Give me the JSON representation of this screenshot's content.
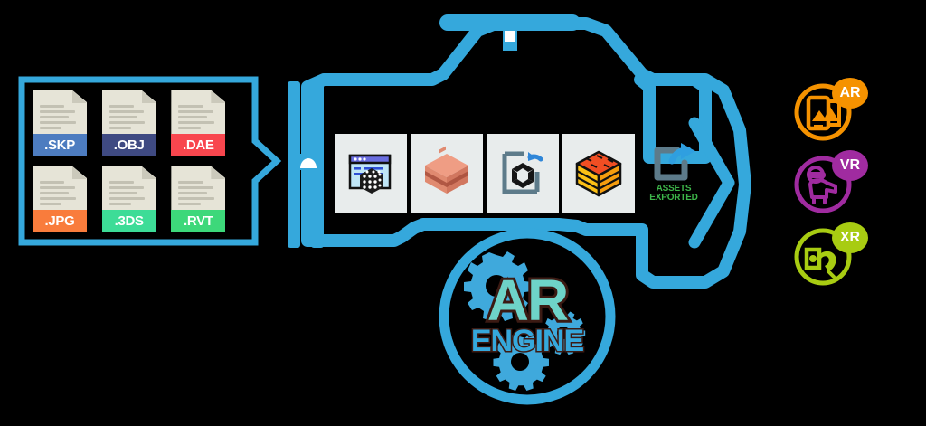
{
  "diagram": {
    "title": "AR Engine asset pipeline",
    "accent_blue": "#35a8dc",
    "panel_bg": "#e8ecec"
  },
  "input": {
    "name": "source-file-formats",
    "files": [
      {
        "label": ".SKP",
        "color": "#4d7cc0",
        "icon": "file-icon"
      },
      {
        "label": ".OBJ",
        "color": "#3f4a82",
        "icon": "file-icon"
      },
      {
        "label": ".DAE",
        "color": "#f8464e",
        "icon": "file-icon"
      },
      {
        "label": ".JPG",
        "color": "#f97c3c",
        "icon": "file-icon"
      },
      {
        "label": ".3DS",
        "color": "#3ddc97",
        "icon": "file-icon"
      },
      {
        "label": ".RVT",
        "color": "#3dd87a",
        "icon": "file-icon"
      }
    ]
  },
  "pipeline": {
    "name": "processing-toolbar",
    "tools": [
      {
        "icon": "browser-3d-cube-icon",
        "label": "Web 3D viewer"
      },
      {
        "icon": "salmon-block-icon",
        "label": "Mesh block"
      },
      {
        "icon": "unity-reimport-icon",
        "label": "Unity"
      },
      {
        "icon": "brick-cube-icon",
        "label": "Textured asset"
      }
    ]
  },
  "export": {
    "icon": "share-export-icon",
    "label_line1": "ASSETS",
    "label_line2": "EXPORTED",
    "color": "#3db54a"
  },
  "engine_badge": {
    "name": "ar-engine-badge",
    "title": "AR",
    "subtitle": "ENGINE",
    "title_color": "#6ed3c8",
    "subtitle_color": "#35a8dc",
    "outline_color": "#3b1a13"
  },
  "outputs": {
    "name": "output-targets",
    "items": [
      {
        "tag": "AR",
        "color": "#f59200",
        "icon": "ar-phone-scene-icon"
      },
      {
        "tag": "VR",
        "color": "#a02ba0",
        "icon": "vr-headset-person-icon"
      },
      {
        "tag": "XR",
        "color": "#a8cc12",
        "icon": "xr-device-hand-icon"
      }
    ]
  }
}
